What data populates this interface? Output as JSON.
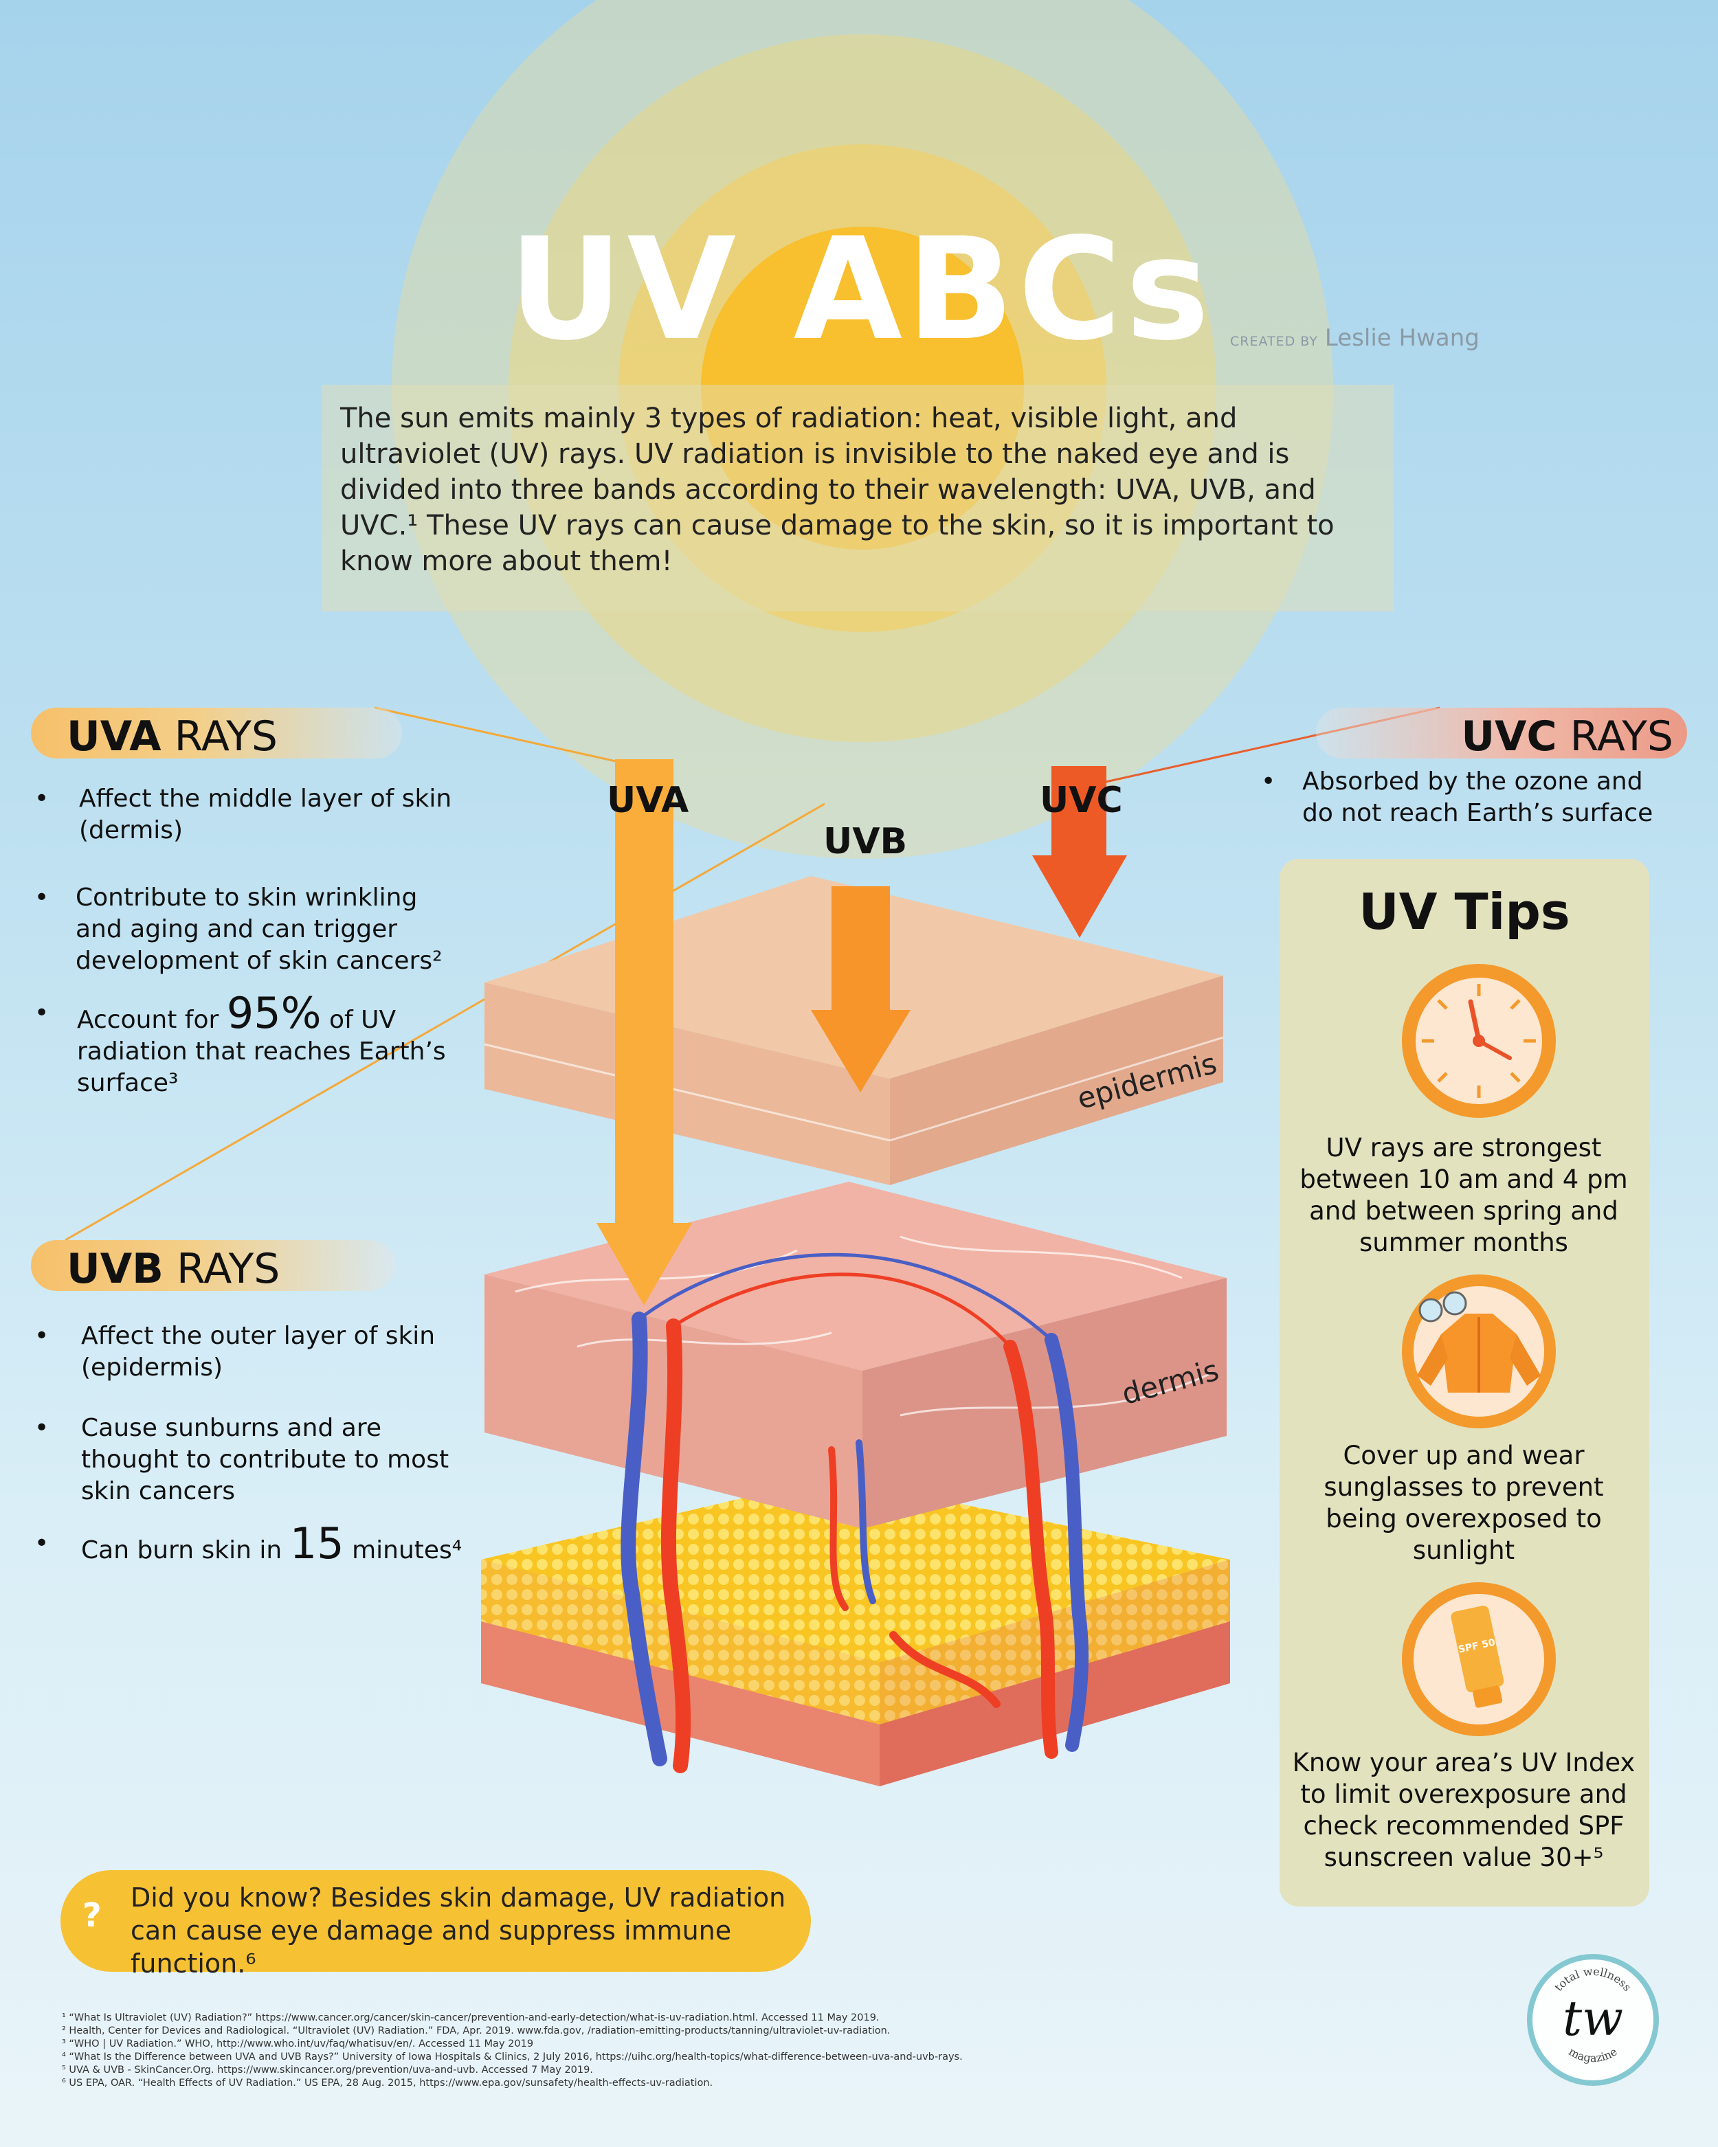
{
  "header": {
    "title": "UV ABCs",
    "credit_prefix": "CREATED BY",
    "credit_name": "Leslie Hwang"
  },
  "intro": "The sun emits mainly 3 types of radiation: heat, visible light, and ultraviolet (UV) rays. UV radiation is invisible to the naked eye and is divided into three bands according to their wavelength: UVA, UVB, and UVC.¹ These UV rays can cause damage to the skin, so it is important to know more about them!",
  "uva": {
    "label_bold": "UVA",
    "label_rest": "RAYS",
    "fact1": "Affect the middle layer of skin (dermis)",
    "fact2": "Contribute to skin wrinkling and aging and can trigger development of skin cancers²",
    "fact3_pre": "Account for",
    "fact3_big": "95%",
    "fact3_post": "of UV radiation that reaches Earth’s surface³"
  },
  "uvb": {
    "label_bold": "UVB",
    "label_rest": "RAYS",
    "fact1": "Affect the outer layer of skin (epidermis)",
    "fact2": "Cause sunburns and are thought to contribute to most skin cancers",
    "fact3_pre": "Can burn skin in",
    "fact3_big": "15",
    "fact3_post": "minutes⁴"
  },
  "uvc": {
    "label_bold": "UVC",
    "label_rest": "RAYS",
    "fact1": "Absorbed by the ozone and do not reach Earth’s surface"
  },
  "arrows": {
    "uva": "UVA",
    "uvb": "UVB",
    "uvc": "UVC"
  },
  "skin": {
    "epidermis": "epidermis",
    "dermis": "dermis"
  },
  "tips": {
    "title": "UV Tips",
    "tip1": "UV rays are strongest between 10 am and 4 pm and between spring and summer months",
    "tip2": "Cover up and wear sunglasses to prevent being overexposed to sunlight",
    "tip3": "Know your area’s UV Index to limit overexposure and check recommended SPF sunscreen value 30+⁵",
    "spf_label": "SPF 50"
  },
  "did_you_know": {
    "icon": "?",
    "text": "Did you know? Besides skin damage, UV radiation can cause eye damage and suppress immune function.⁶"
  },
  "references": [
    "¹ “What Is Ultraviolet (UV) Radiation?” https://www.cancer.org/cancer/skin-cancer/prevention-and-early-detection/what-is-uv-radiation.html. Accessed 11 May 2019.",
    "² Health, Center for Devices and Radiological. “Ultraviolet (UV) Radiation.” FDA, Apr. 2019. www.fda.gov, /radiation-emitting-products/tanning/ultraviolet-uv-radiation.",
    "³ “WHO | UV Radiation.” WHO, http://www.who.int/uv/faq/whatisuv/en/. Accessed 11 May 2019",
    "⁴ “What Is the Difference between UVA and UVB Rays?” University of Iowa Hospitals & Clinics, 2 July 2016, https://uihc.org/health-topics/what-difference-between-uva-and-uvb-rays.",
    "⁵ UVA & UVB - SkinCancer.Org. https://www.skincancer.org/prevention/uva-and-uvb. Accessed 7 May 2019.",
    "⁶ US EPA, OAR. “Health Effects of UV Radiation.” US EPA, 28 Aug. 2015, https://www.epa.gov/sunsafety/health-effects-uv-radiation."
  ],
  "logo": {
    "top": "total wellness",
    "mark": "tw",
    "bottom": "magazine"
  },
  "colors": {
    "sun_core": "#f8bf2e",
    "uva_arrow": "#fbad3b",
    "uvb_arrow": "#f7952a",
    "uvc_arrow": "#ee5a26",
    "tips_panel": "#e2e2bf",
    "did_you_know": "#f7c134"
  }
}
